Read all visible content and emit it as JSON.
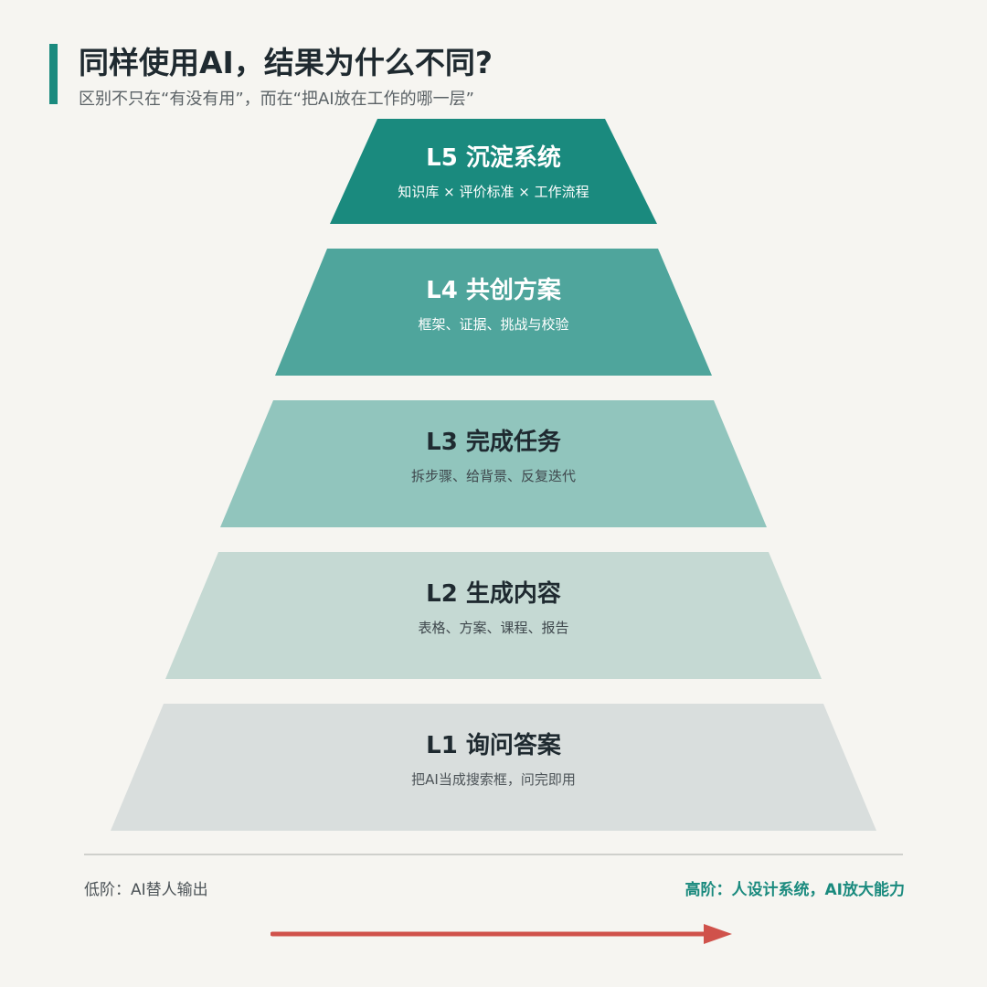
{
  "header": {
    "title": "同样使用AI，结果为什么不同?",
    "subtitle": "区别不只在“有没有用”，而在“把AI放在工作的哪一层”"
  },
  "tiers": [
    {
      "title": "L5 沉淀系统",
      "subtitle": "知识库 × 评价标准 × 工作流程",
      "fill": "#1a8a7e",
      "title_color": "#ffffff",
      "sub_color": "#ffffff"
    },
    {
      "title": "L4 共创方案",
      "subtitle": "框架、证据、挑战与校验",
      "fill": "#4fa59c",
      "title_color": "#ffffff",
      "sub_color": "#ffffff"
    },
    {
      "title": "L3 完成任务",
      "subtitle": "拆步骤、给背景、反复迭代",
      "fill": "#91c5bd",
      "title_color": "#1f2a30",
      "sub_color": "#3f484d"
    },
    {
      "title": "L2 生成内容",
      "subtitle": "表格、方案、课程、报告",
      "fill": "#c5d9d3",
      "title_color": "#1f2a30",
      "sub_color": "#3f484d"
    },
    {
      "title": "L1 询问答案",
      "subtitle": "把AI当成搜索框，问完即用",
      "fill": "#d9dedd",
      "title_color": "#1f2a30",
      "sub_color": "#4d5458"
    }
  ],
  "scale": {
    "low_label": "低阶：AI替人输出",
    "high_label": "高阶：人设计系统，AI放大能力",
    "arrow_color": "#d0524b",
    "accent": "#1a8a7e"
  }
}
